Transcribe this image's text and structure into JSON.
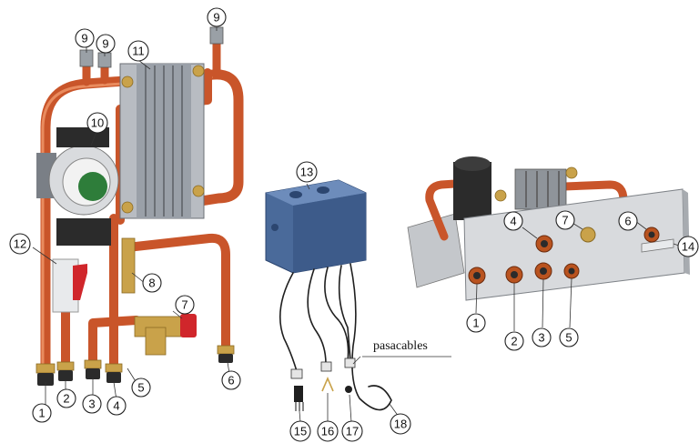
{
  "callouts": {
    "c1a": "1",
    "c2a": "2",
    "c3a": "3",
    "c4a": "4",
    "c5a": "5",
    "c6a": "6",
    "c7a": "7",
    "c8": "8",
    "c9a": "9",
    "c9b": "9",
    "c9c": "9",
    "c10": "10",
    "c11": "11",
    "c12": "12",
    "c13": "13",
    "c15": "15",
    "c16": "16",
    "c17": "17",
    "c18": "18",
    "c1b": "1",
    "c2b": "2",
    "c3b": "3",
    "c4b": "4",
    "c5b": "5",
    "c6b": "6",
    "c7b": "7",
    "c14": "14"
  },
  "labels": {
    "cable_gland": "pasacables"
  },
  "colors": {
    "pipe": "#c9552a",
    "brass": "#c9a24a",
    "exchanger": "#b8bcc2",
    "junction_box": "#4a6a9a",
    "panel": "#d8dadd"
  }
}
